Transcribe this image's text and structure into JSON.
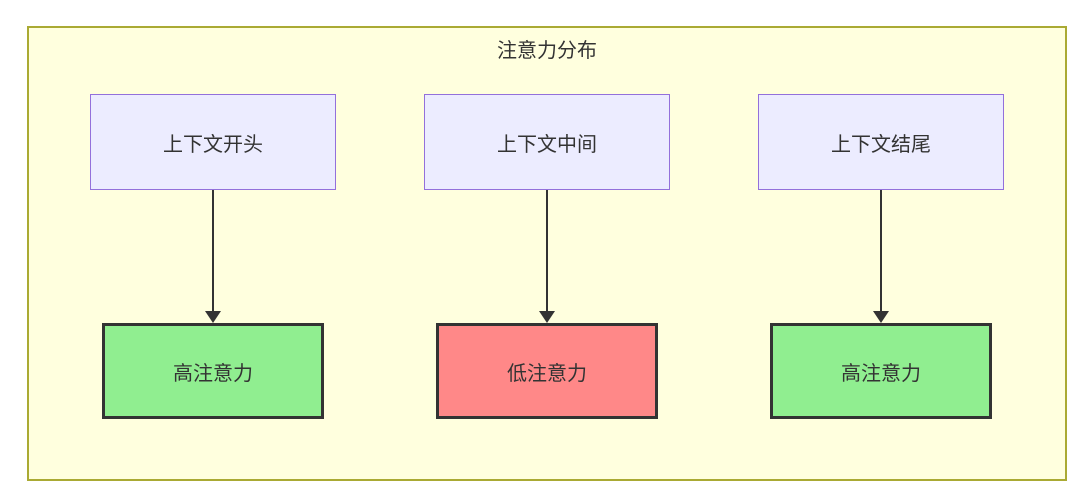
{
  "diagram": {
    "title": "注意力分布",
    "columns": [
      {
        "source": "上下文开头",
        "target": "高注意力",
        "level": "high"
      },
      {
        "source": "上下文中间",
        "target": "低注意力",
        "level": "low"
      },
      {
        "source": "上下文结尾",
        "target": "高注意力",
        "level": "high"
      }
    ],
    "colors": {
      "container_fill": "#ffffde",
      "container_border": "#aaaa33",
      "source_fill": "#ececff",
      "source_border": "#9370db",
      "high_fill": "#90ee90",
      "low_fill": "#ff8888",
      "node_border": "#333333",
      "arrow_color": "#333333",
      "text_color": "#333333"
    }
  }
}
